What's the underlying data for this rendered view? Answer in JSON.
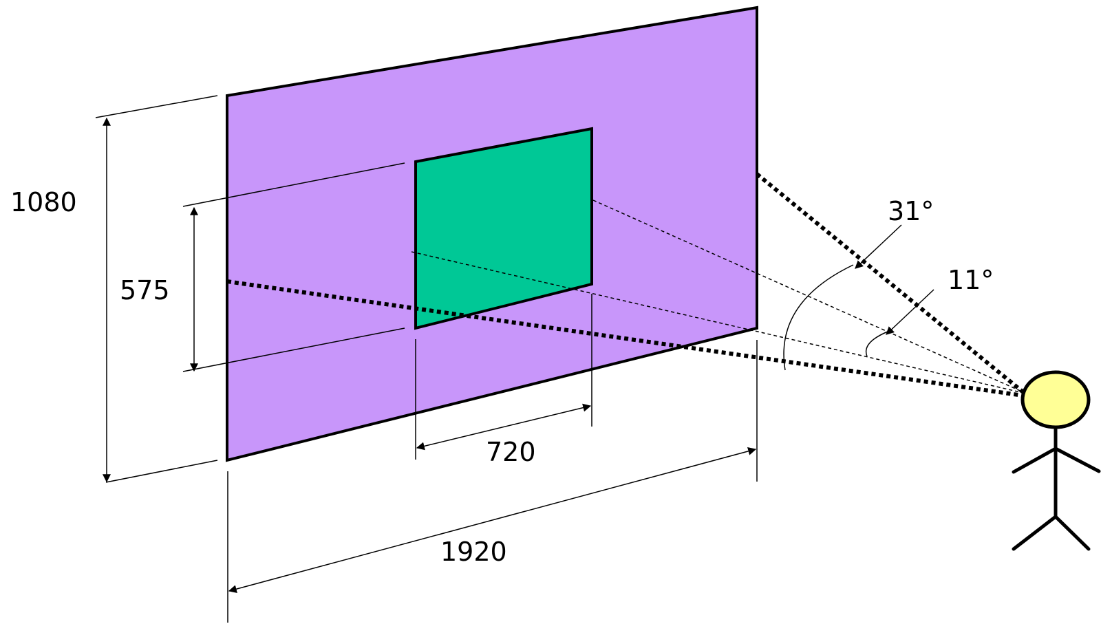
{
  "colors": {
    "large_screen": "#c896fa",
    "small_screen": "#00c896",
    "viewer_head": "#ffff96",
    "stroke": "#000000"
  },
  "dimensions": {
    "large_height": "1080",
    "small_height": "575",
    "small_width": "720",
    "large_width": "1920"
  },
  "angles": {
    "large": "31°",
    "small": "11°"
  }
}
